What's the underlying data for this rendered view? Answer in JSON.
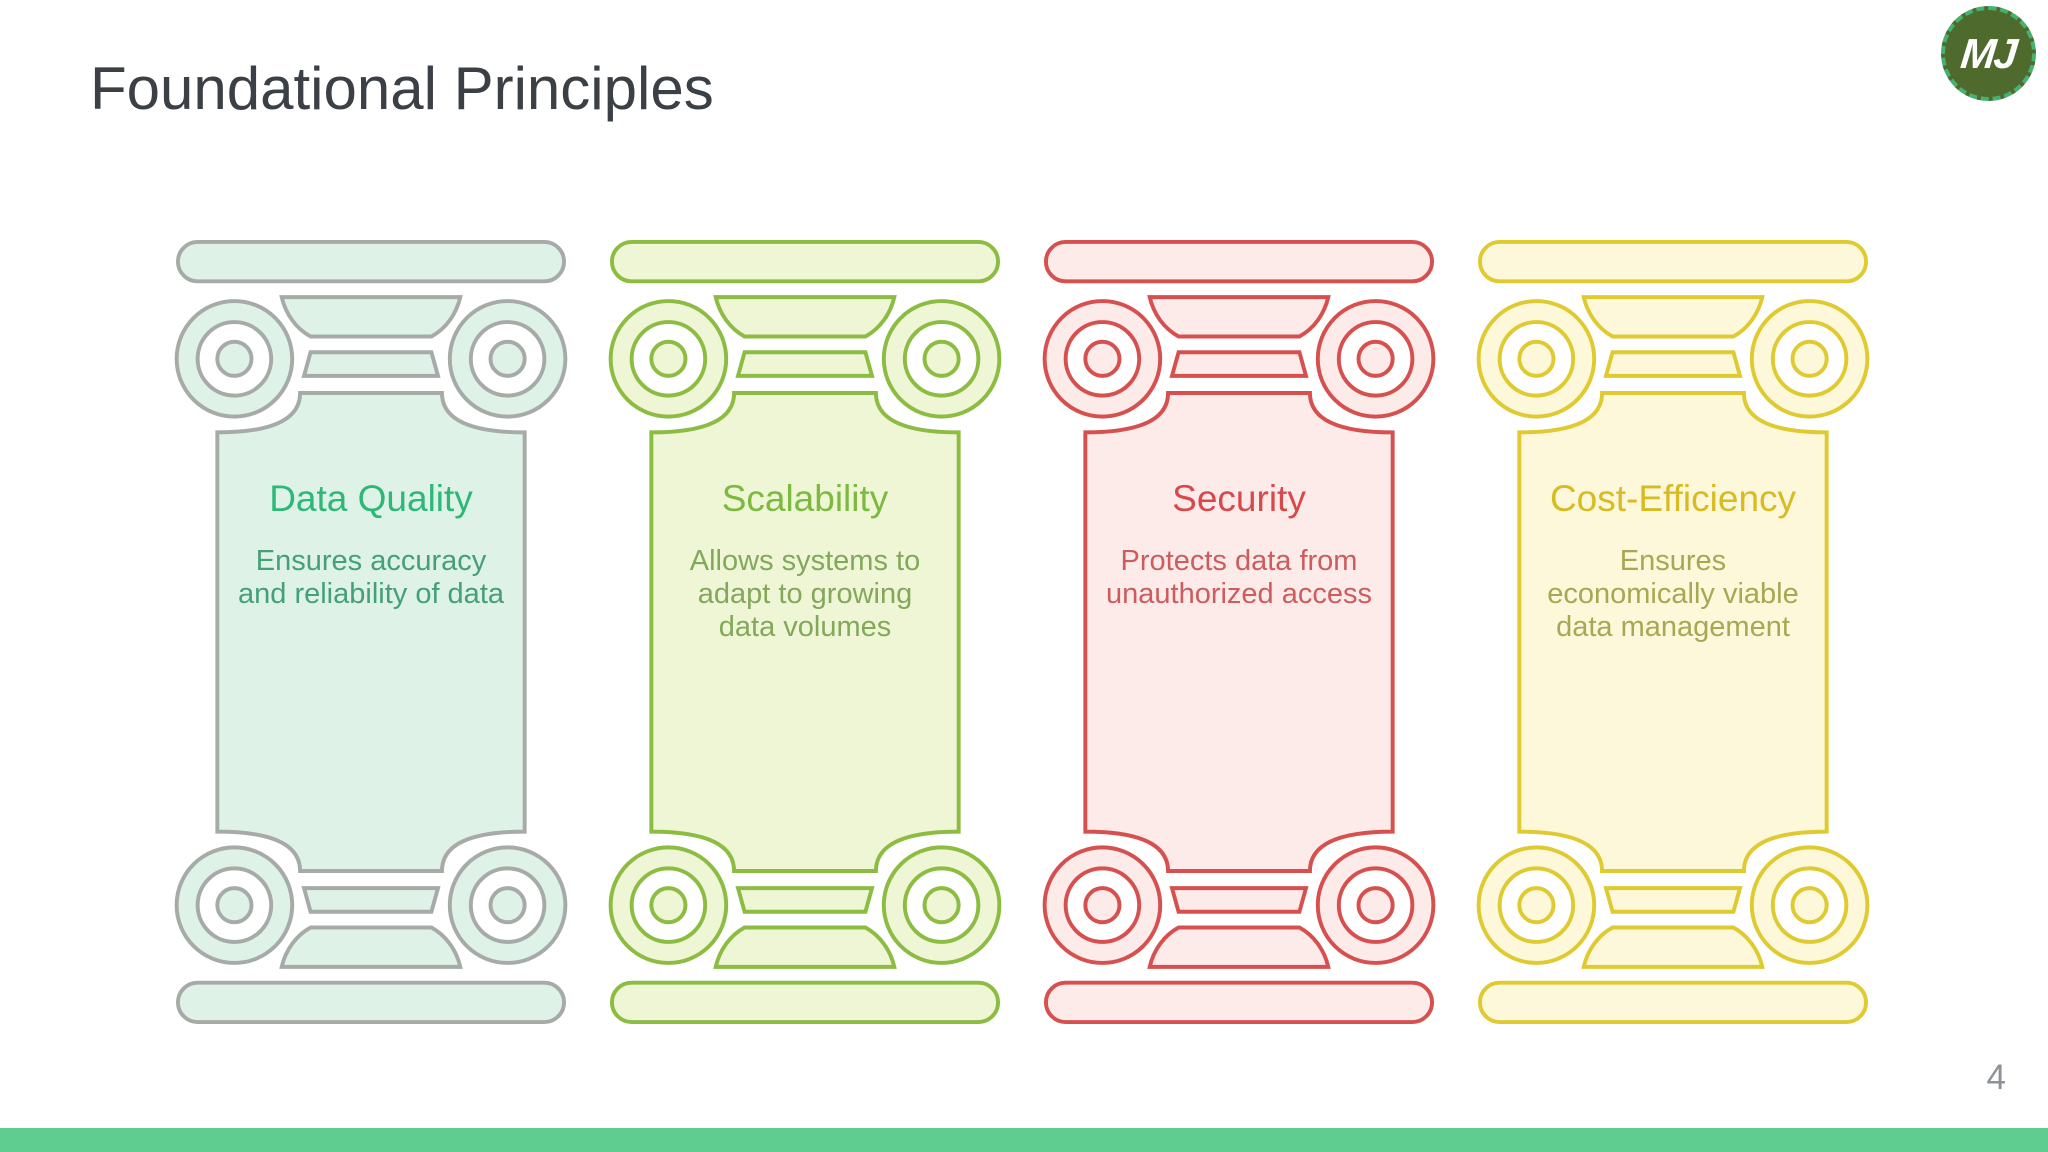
{
  "header": {
    "title": "Foundational Principles",
    "logo_text": "MJ"
  },
  "footer": {
    "page_number": "4",
    "bar_color": "#5ecd8f"
  },
  "logo": {
    "bg_color": "#4e6a2d",
    "ring_color": "#46b271",
    "text_color": "#ffffff"
  },
  "pillars": [
    {
      "title": "Data Quality",
      "description": "Ensures accuracy\nand reliability of data",
      "stroke": "#a6aba8",
      "fill": "#def2e7",
      "title_color": "#2db878",
      "desc_color": "#45a077"
    },
    {
      "title": "Scalability",
      "description": "Allows systems to\nadapt to growing\ndata volumes",
      "stroke": "#8cbc42",
      "fill": "#eff6d6",
      "title_color": "#7cba3f",
      "desc_color": "#84a85b"
    },
    {
      "title": "Security",
      "description": "Protects data from\nunauthorized access",
      "stroke": "#d65050",
      "fill": "#fcebe9",
      "title_color": "#d8494e",
      "desc_color": "#cd5c5e"
    },
    {
      "title": "Cost-Efficiency",
      "description": "Ensures\neconomically viable\ndata management",
      "stroke": "#e0ca31",
      "fill": "#fdf8da",
      "title_color": "#d7bb21",
      "desc_color": "#a8a754"
    }
  ]
}
